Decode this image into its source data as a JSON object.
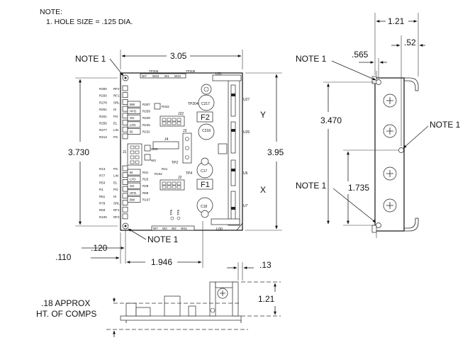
{
  "notes": {
    "heading": "NOTE:",
    "item1": "1. HOLE SIZE = .125 DIA."
  },
  "callouts": {
    "note1": "NOTE 1"
  },
  "dimensions": {
    "width_305": "3.05",
    "width_121": "1.21",
    "width_052": ".52",
    "hole_0565": ".565",
    "height_3730": "3.730",
    "height_395": "3.95",
    "height_3470": "3.470",
    "height_1735": "1.735",
    "offset_0110": ".110",
    "offset_0120": ".120",
    "span_1946": "1.946",
    "side_013": ".13",
    "side_121": "1.21",
    "approx_height_1": ".18 APPROX",
    "approx_height_2": "HT. OF COMPS"
  },
  "axes": {
    "y": "Y",
    "x": "X"
  },
  "board_labels": {
    "u27": "U27",
    "u26": "U26",
    "u6": "U6",
    "u7": "U7",
    "u31": "U31",
    "u30": "U30",
    "c217": "C217",
    "c218": "C218",
    "c17": "C17",
    "c18": "C18",
    "f2": "F2",
    "f1": "F1",
    "j22": "J22",
    "j3": "J3",
    "j4": "J4",
    "j1": "J1",
    "j2": "J2",
    "tp204": "TP204",
    "tp2": "TP2",
    "tp4": "TP4",
    "tp206": "TP206",
    "tp205": "TP205",
    "tp6": "TP6",
    "tp5": "TP5",
    "r342": "R342",
    "w23": "W23",
    "w3": "W3",
    "r41": "R41",
    "r102": "R102"
  },
  "left_pins": {
    "top": [
      {
        "ref": "R300",
        "sig": "RF2"
      },
      {
        "ref": "R293",
        "sig": "RF1"
      },
      {
        "ref": "R278",
        "sig": "SRL"
      },
      {
        "ref": "R251",
        "sig": "IS"
      },
      {
        "ref": "R201",
        "sig": "PO"
      },
      {
        "ref": "R255",
        "sig": "EL"
      },
      {
        "ref": "R277",
        "sig": "LIN"
      },
      {
        "ref": "R213",
        "sig": "PS"
      }
    ],
    "bottom": [
      {
        "ref": "R13",
        "sig": "PS"
      },
      {
        "ref": "R77",
        "sig": "LIN"
      },
      {
        "ref": "R53",
        "sig": "EL"
      },
      {
        "ref": "R1",
        "sig": "PO"
      },
      {
        "ref": "R51",
        "sig": "IS"
      },
      {
        "ref": "R78",
        "sig": "SRL"
      },
      {
        "ref": "R93",
        "sig": "RF1"
      },
      {
        "ref": "R100",
        "sig": "RF2"
      }
    ]
  },
  "inner_pins": {
    "top": [
      {
        "box": "BW",
        "ref": "R307"
      },
      {
        "box": "HFD",
        "ref": "R259"
      },
      {
        "box": "SG",
        "ref": "R228"
      },
      {
        "box": "LFD",
        "ref": "R225"
      },
      {
        "box": "BI",
        "ref": "R231"
      }
    ],
    "bottom": [
      {
        "box": "BI",
        "ref": "R31"
      },
      {
        "box": "LFD",
        "ref": "R25"
      },
      {
        "box": "SG",
        "ref": "R28"
      },
      {
        "box": "HFD",
        "ref": "R59"
      },
      {
        "box": "BW",
        "ref": "R107"
      }
    ]
  },
  "header_strip": {
    "top": [
      "W7",
      "W22",
      "W1",
      "W31"
    ],
    "bottom": [
      "W7",
      "W2",
      "W2",
      "W11"
    ]
  }
}
